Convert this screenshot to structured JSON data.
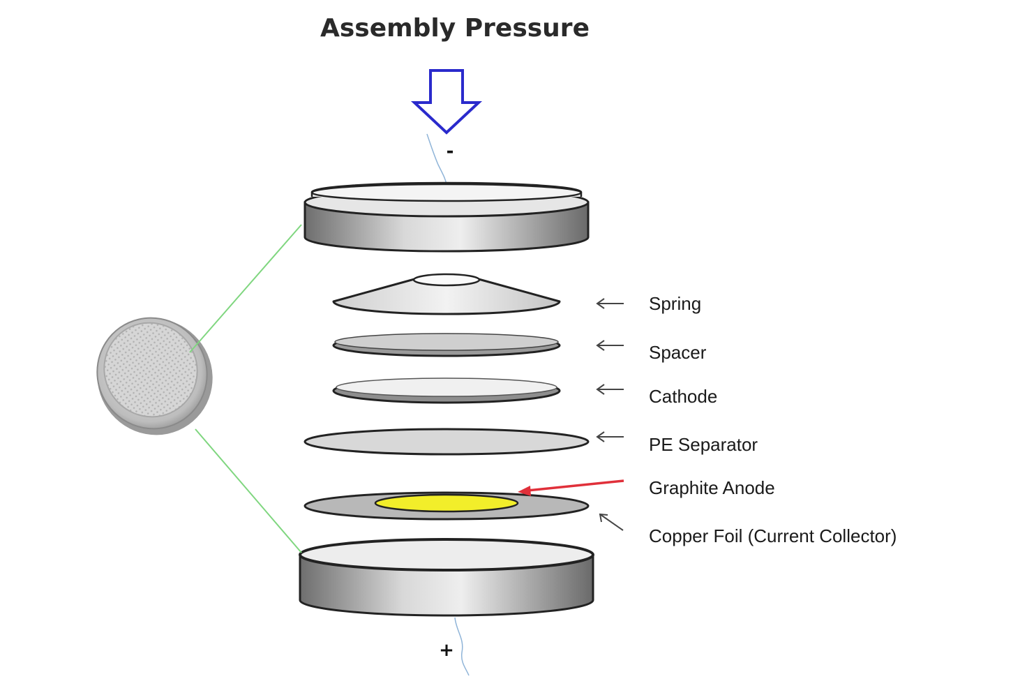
{
  "title": "Assembly Pressure",
  "polarity": {
    "negative": "-",
    "positive": "+"
  },
  "labels": {
    "spring": "Spring",
    "spacer": "Spacer",
    "cathode": "Cathode",
    "separator": "PE Separator",
    "anode": "Graphite Anode",
    "copper": "Copper Foil (Current Collector)"
  },
  "colors": {
    "pressure_arrow": "#2a2acc",
    "anode_pointer": "#e0303a",
    "graphite_anode": "#f2ee2a",
    "leader_lines": "#7fd67f",
    "wire": "#8fb4d8"
  },
  "icons": {
    "pressure": "down-arrow-icon",
    "coin_cell": "coin-cell-photo"
  }
}
